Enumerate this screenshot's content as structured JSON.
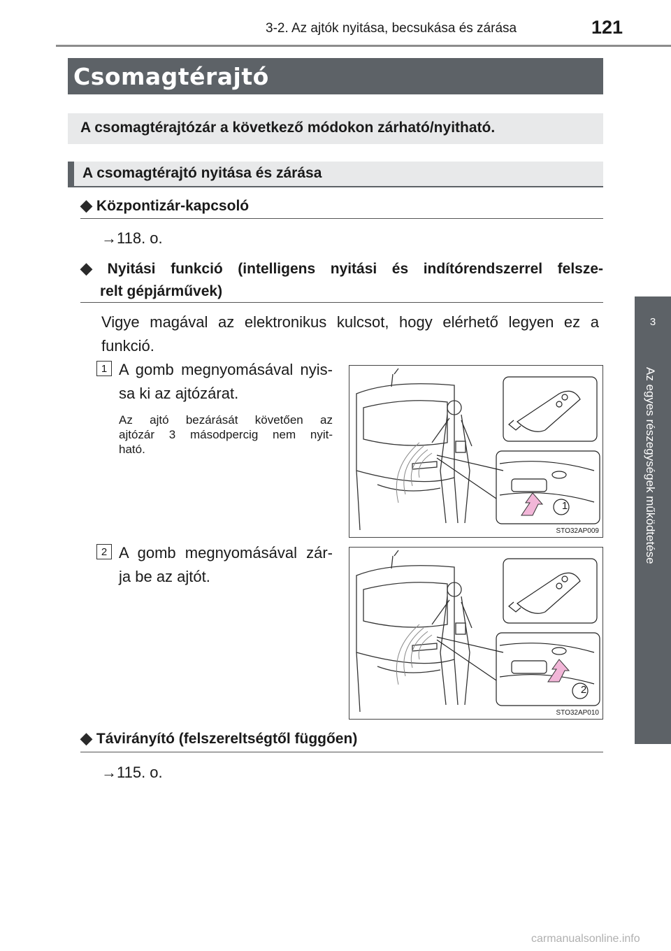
{
  "header": {
    "section": "3-2. Az ajtók nyitása, becsukása és zárása",
    "page_number": "121"
  },
  "title": "Csomagtérajtó",
  "intro": "A csomagtérajtózár a következő módokon zárható/nyitható.",
  "section_heading": "A csomagtérajtó nyitása és zárása",
  "items": [
    {
      "heading": "Központizár-kapcsoló",
      "ref": "→118. o."
    },
    {
      "heading_line1": "Nyitási funkció (intelligens nyitási és indítórendszerrel felsze-",
      "heading_line2": "relt gépjárművek)",
      "body_line1": "Vigye magával az elektronikus kulcsot, hogy elérhető legyen ez a",
      "body_line2": "funkció."
    },
    {
      "heading": "Távirányító (felszereltségtől függően)",
      "ref": "→115. o."
    }
  ],
  "steps": [
    {
      "num": "1",
      "line1": "A gomb megnyomásával nyis-",
      "line2": "sa ki az ajtózárat.",
      "note_line1": "Az ajtó bezárását követően az",
      "note_line2": "ajtózár 3 másodpercig nem nyit-",
      "note_line3": "ható.",
      "callout": "1",
      "image_code": "STO32AP009"
    },
    {
      "num": "2",
      "line1": "A gomb megnyomásával zár-",
      "line2": "ja be az ajtót.",
      "callout": "2",
      "image_code": "STO32AP010"
    }
  ],
  "sidebar": {
    "chapter": "3",
    "label": "Az egyes részegységek működtetése"
  },
  "watermark": "carmanualsonline.info"
}
